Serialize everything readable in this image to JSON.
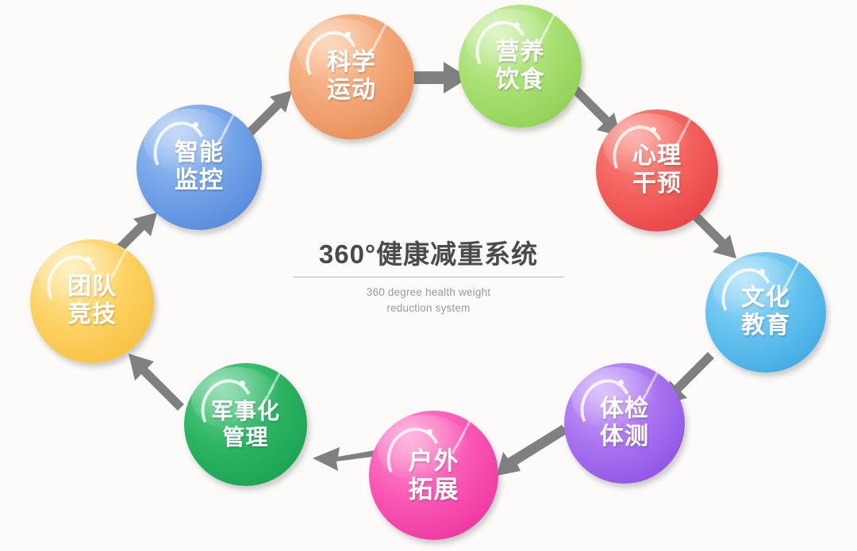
{
  "center": {
    "title_cn": "360°健康减重系统",
    "title_en_line1": "360 degree health weight",
    "title_en_line2": "reduction system"
  },
  "colors": {
    "background": "#fcfbf9",
    "arrow": "#808080",
    "title_text": "#4a4a4a",
    "subtitle_text": "#9a9a9a"
  },
  "diagram": {
    "type": "circular-cycle",
    "direction": "clockwise",
    "node_count": 9,
    "nodes": [
      {
        "id": "science-exercise",
        "line1": "科学",
        "line2": "运动",
        "color": "#f3a977",
        "color_dark": "#e58c55",
        "order": 1
      },
      {
        "id": "nutrition-diet",
        "line1": "营养",
        "line2": "饮食",
        "color": "#a6df70",
        "color_dark": "#85c94d",
        "order": 2
      },
      {
        "id": "psychological",
        "line1": "心理",
        "line2": "干预",
        "color": "#f4615c",
        "color_dark": "#e0413c",
        "order": 3
      },
      {
        "id": "culture-education",
        "line1": "文化",
        "line2": "教育",
        "color": "#62c0ef",
        "color_dark": "#3ba5dd",
        "order": 4
      },
      {
        "id": "physical-exam",
        "line1": "体检",
        "line2": "体测",
        "color": "#a772f0",
        "color_dark": "#8b4ee0",
        "order": 5
      },
      {
        "id": "outdoor-expansion",
        "line1": "户外",
        "line2": "拓展",
        "color": "#f957b4",
        "color_dark": "#e4359a",
        "order": 6
      },
      {
        "id": "military-management",
        "line1": "军事化",
        "line2": "管理",
        "color": "#2cb462",
        "color_dark": "#1f9950",
        "order": 7
      },
      {
        "id": "team-competition",
        "line1": "团队",
        "line2": "竞技",
        "color": "#fdd264",
        "color_dark": "#f2bd3c",
        "order": 8
      },
      {
        "id": "smart-monitoring",
        "line1": "智能",
        "line2": "监控",
        "color": "#74a4e8",
        "color_dark": "#4d84d6",
        "order": 9
      }
    ]
  }
}
